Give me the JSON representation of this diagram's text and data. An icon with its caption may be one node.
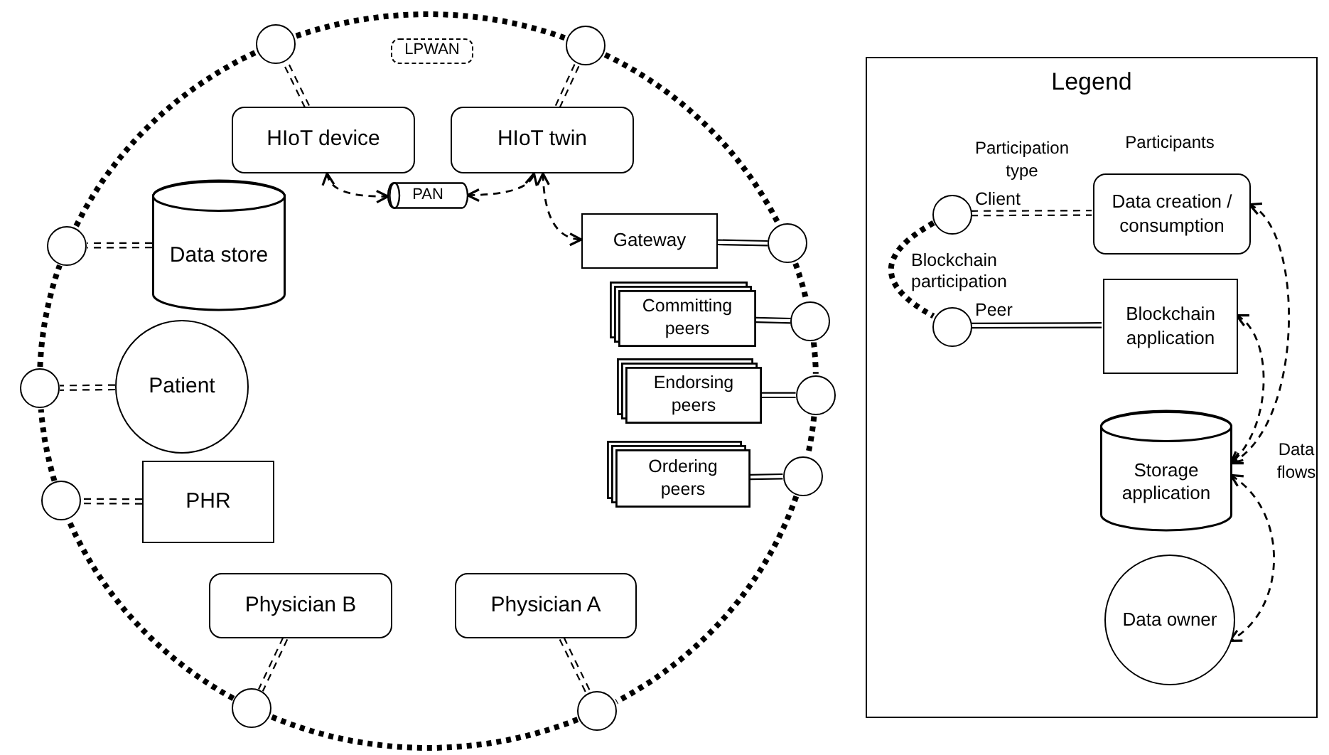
{
  "diagram": {
    "nodes": [
      {
        "text": [
          "LPWAN"
        ]
      },
      {
        "text": [],
        "shape": "circle"
      },
      {
        "text": [],
        "shape": "circle"
      },
      {
        "text": [
          "HIoT device"
        ]
      },
      {
        "text": [
          "HIoT twin"
        ]
      },
      {
        "text": [
          "PAN"
        ]
      },
      {
        "text": [],
        "shape": "circle"
      },
      {
        "text": [
          "Data store"
        ]
      },
      {
        "text": [
          "Gateway"
        ]
      },
      {
        "text": [],
        "shape": "circle"
      },
      {
        "text": [
          "Committing peers"
        ]
      },
      {
        "text": [],
        "shape": "circle"
      },
      {
        "text": [
          "Endorsing peers"
        ]
      },
      {
        "text": [],
        "shape": "circle"
      },
      {
        "text": [],
        "shape": "circle"
      },
      {
        "text": [
          "Patient"
        ]
      },
      {
        "text": [
          "Ordering peers"
        ]
      },
      {
        "text": [],
        "shape": "circle"
      },
      {
        "text": [],
        "shape": "circle"
      },
      {
        "text": [
          "PHR"
        ]
      },
      {
        "text": [
          "Physician B"
        ]
      },
      {
        "text": [
          "Physician A"
        ]
      },
      {
        "text": [],
        "shape": "circle"
      },
      {
        "text": [],
        "shape": "circle"
      },
      {
        "text": [
          "Legend"
        ]
      },
      {
        "text": [
          "Data creation / consumption"
        ],
        "in": 24
      },
      {
        "text": [],
        "shape": "circle",
        "in": 24
      },
      {
        "text": [],
        "shape": "circle",
        "in": 24
      },
      {
        "text": [
          "Blockchain application"
        ],
        "in": 24
      },
      {
        "text": [
          "Storage application"
        ],
        "in": 24
      },
      {
        "text": [
          "Data owner"
        ],
        "in": 24
      }
    ],
    "edges": [
      {
        "from": 3,
        "to": 1,
        "arrow": "none",
        "style": "dashed"
      },
      {
        "from": 4,
        "to": 2,
        "arrow": "none",
        "style": "dashed"
      },
      {
        "from": 3,
        "to": 5,
        "arrow": "both",
        "style": "dashed"
      },
      {
        "from": 5,
        "to": 4,
        "arrow": "both",
        "style": "dashed"
      },
      {
        "from": 4,
        "to": 8,
        "arrow": "both",
        "style": "dashed"
      },
      {
        "from": 7,
        "to": 6,
        "arrow": "none",
        "style": "dashed"
      },
      {
        "from": 8,
        "to": 9,
        "arrow": "none"
      },
      {
        "from": 10,
        "to": 11,
        "arrow": "none"
      },
      {
        "from": 12,
        "to": 13,
        "arrow": "none"
      },
      {
        "from": 15,
        "to": 14,
        "arrow": "none",
        "style": "dashed"
      },
      {
        "from": 16,
        "to": 17,
        "arrow": "none"
      },
      {
        "from": 19,
        "to": 18,
        "arrow": "none",
        "style": "dashed"
      },
      {
        "from": 20,
        "to": 22,
        "arrow": "none",
        "style": "dashed"
      },
      {
        "from": 21,
        "to": 23,
        "arrow": "none",
        "style": "dashed"
      },
      {
        "from": 1,
        "to": 2,
        "arrow": "none",
        "style": "dashed"
      },
      {
        "from": 2,
        "to": 9,
        "arrow": "none",
        "style": "dashed"
      },
      {
        "from": 9,
        "to": 11,
        "arrow": "none",
        "style": "dashed"
      },
      {
        "from": 11,
        "to": 13,
        "arrow": "none",
        "style": "dashed"
      },
      {
        "from": 13,
        "to": 17,
        "arrow": "none",
        "style": "dashed"
      },
      {
        "from": 17,
        "to": 23,
        "arrow": "none",
        "style": "dashed"
      },
      {
        "from": 23,
        "to": 22,
        "arrow": "none",
        "style": "dashed"
      },
      {
        "from": 22,
        "to": 18,
        "arrow": "none",
        "style": "dashed"
      },
      {
        "from": 18,
        "to": 14,
        "arrow": "none",
        "style": "dashed"
      },
      {
        "from": 14,
        "to": 6,
        "arrow": "none",
        "style": "dashed"
      },
      {
        "from": 6,
        "to": 1,
        "arrow": "none",
        "style": "dashed"
      },
      {
        "from": 26,
        "to": 25,
        "arrow": "none",
        "style": "dashed",
        "label": "Client"
      },
      {
        "from": 27,
        "to": 28,
        "arrow": "none",
        "label": "Peer"
      },
      {
        "from": 26,
        "to": 27,
        "arrow": "none",
        "style": "dashed",
        "label": "Blockchain participation"
      },
      {
        "from": 25,
        "to": 29,
        "arrow": "both",
        "style": "dashed"
      },
      {
        "from": 28,
        "to": 29,
        "arrow": "both",
        "style": "dashed"
      },
      {
        "from": 29,
        "to": 30,
        "arrow": "both",
        "style": "dashed"
      }
    ],
    "labels": [
      "Participation type",
      "Participants",
      "Data flows"
    ]
  }
}
